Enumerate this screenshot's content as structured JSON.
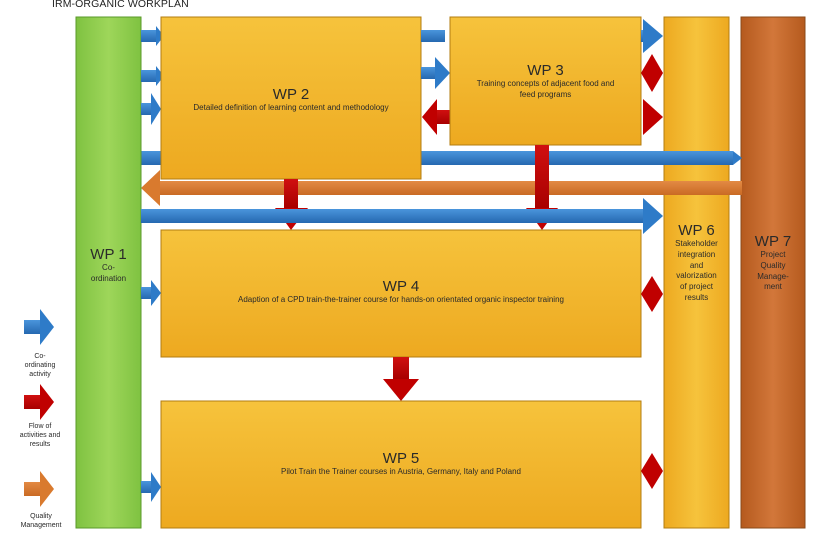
{
  "title": "IRM-ORGANIC WORKPLAN",
  "colors": {
    "green": "#92d050",
    "gold": "#f2b52a",
    "brown": "#c86a2a",
    "blue": "#2e7bc8",
    "red": "#c00000",
    "orange": "#d97a2e"
  },
  "packages": {
    "wp1": {
      "id": "WP 1",
      "name": "Co-\nordination"
    },
    "wp2": {
      "id": "WP 2",
      "name": "Detailed definition of learning content and methodology"
    },
    "wp3": {
      "id": "WP 3",
      "name": "Training concepts of adjacent food and\nfeed programs"
    },
    "wp4": {
      "id": "WP 4",
      "name": "Adaption of a CPD train-the-trainer course for hands-on orientated organic inspector training"
    },
    "wp5": {
      "id": "WP 5",
      "name": "Pilot Train the Trainer courses in Austria, Germany, Italy and Poland"
    },
    "wp6": {
      "id": "WP 6",
      "name": "Stakeholder\nintegration\nand\nvalorization\nof project\nresults"
    },
    "wp7": {
      "id": "WP 7",
      "name": "Project\nQuality\nManage-\nment"
    }
  },
  "legend": [
    {
      "label": "Co-\nordinating\nactivity",
      "icon": "blue-arrow-icon"
    },
    {
      "label": "Flow of\nactivities and\nresults",
      "icon": "red-arrow-icon"
    },
    {
      "label": "Quality\nManagement",
      "icon": "orange-arrow-icon"
    }
  ]
}
